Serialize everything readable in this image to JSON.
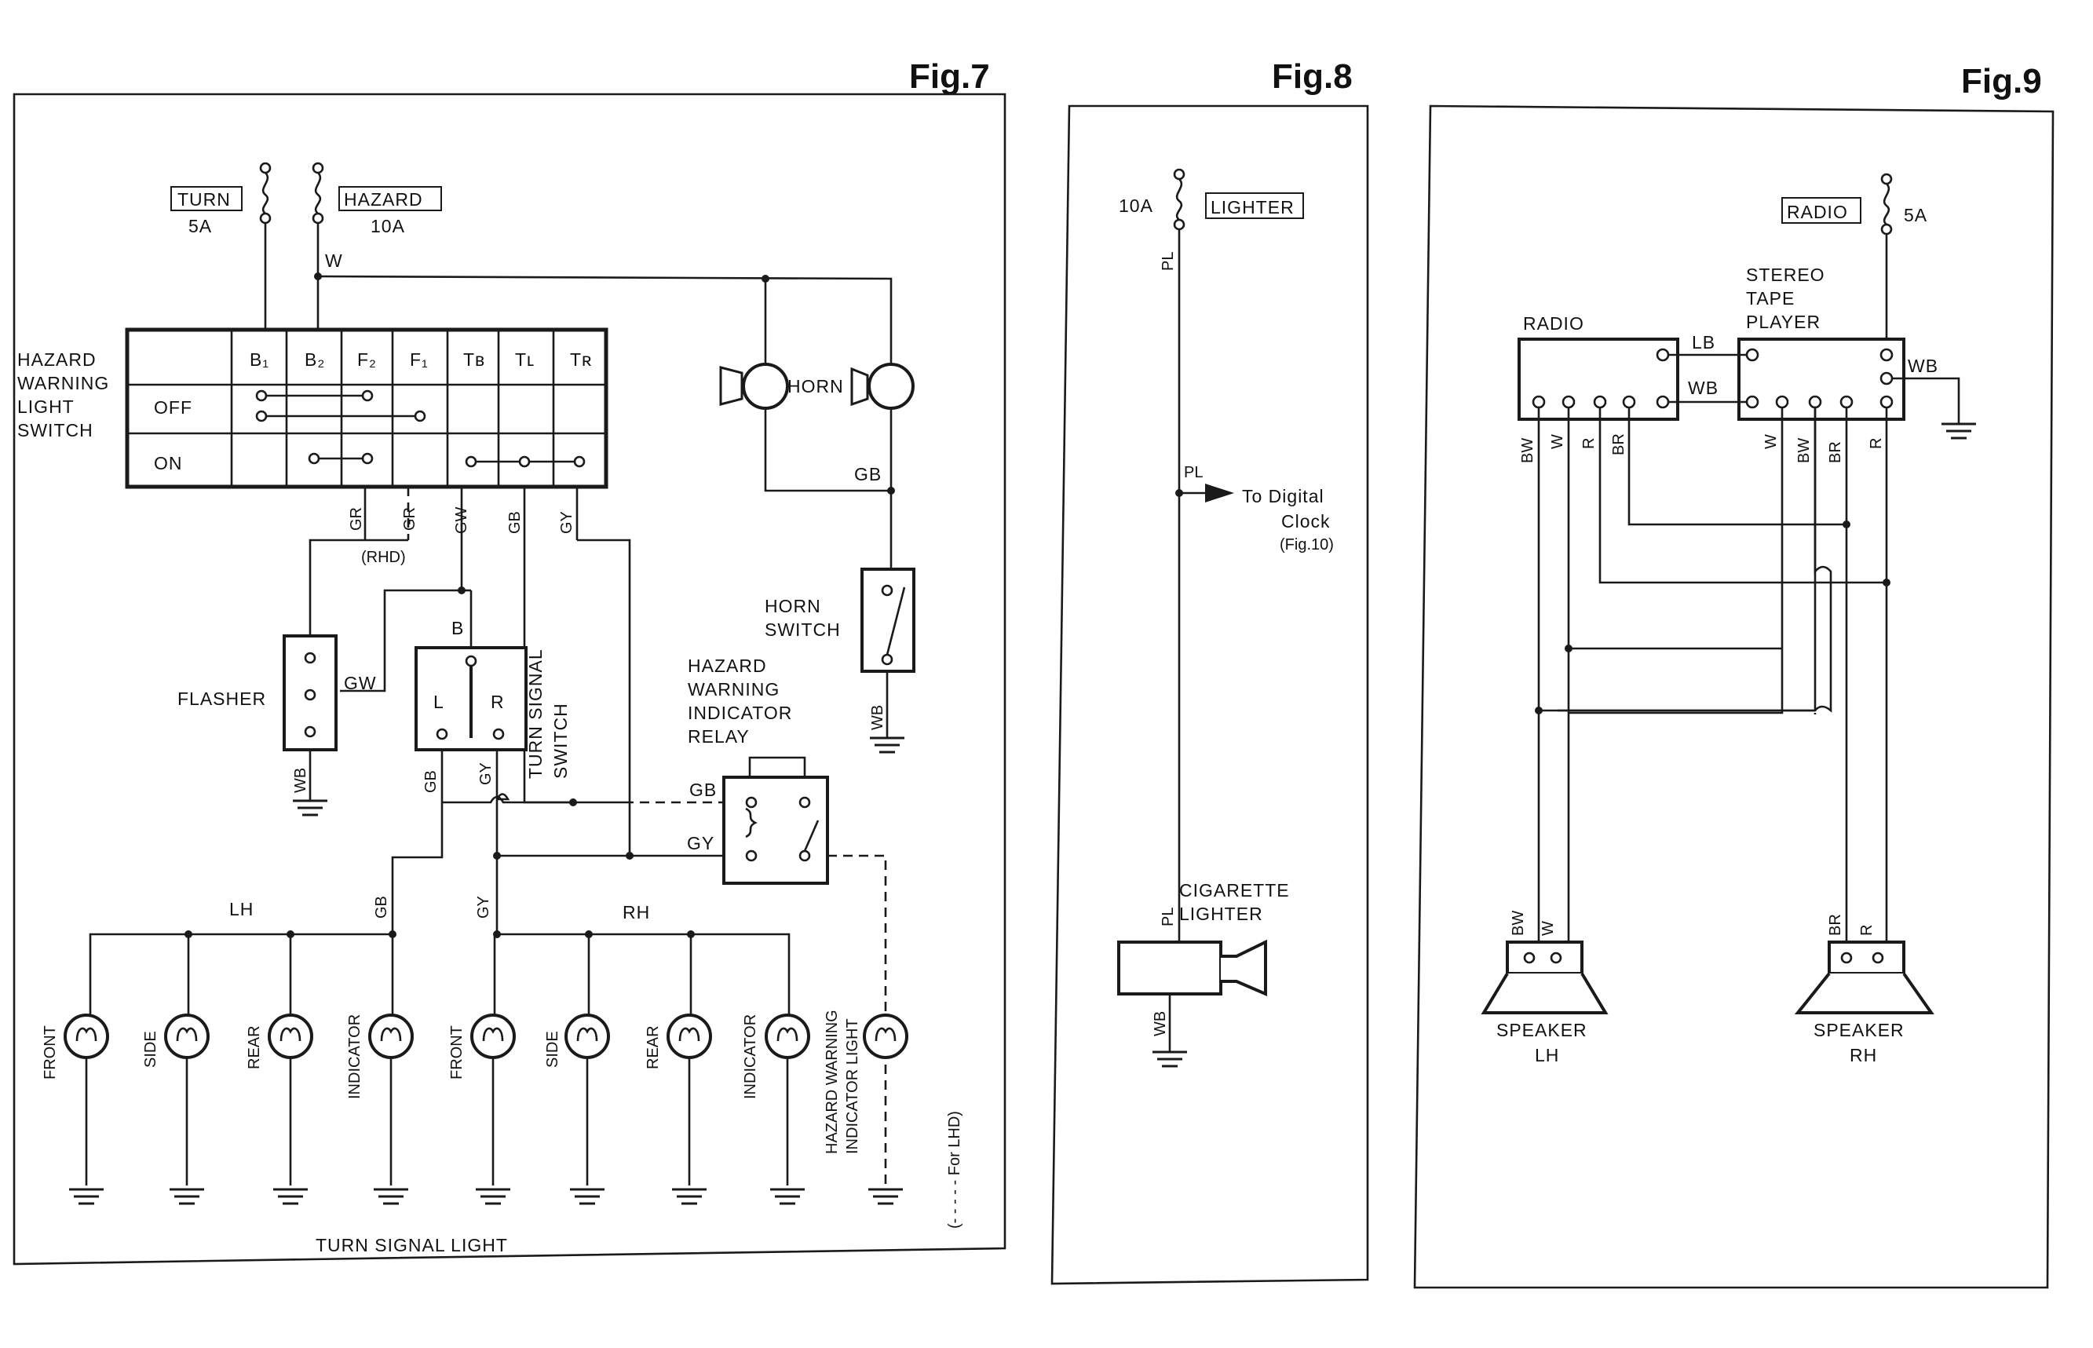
{
  "fig7": {
    "title": "Fig.7",
    "fuse_turn": "TURN",
    "fuse_turn_amps": "5A",
    "fuse_hazard": "HAZARD",
    "fuse_hazard_amps": "10A",
    "wire_w": "W",
    "hazard_switch": [
      "HAZARD",
      "WARNING",
      "LIGHT",
      "SWITCH"
    ],
    "switch_columns": [
      "B₁",
      "B₂",
      "F₂",
      "F₁",
      "Tʙ",
      "Tʟ",
      "Tʀ"
    ],
    "row_off": "OFF",
    "row_on": "ON",
    "switch_wires": [
      "GR",
      "GR",
      "GW",
      "GB",
      "GY"
    ],
    "rhd": "(RHD)",
    "horn": "HORN",
    "gb": "GB",
    "horn_switch": [
      "HORN",
      "SWITCH"
    ],
    "wb": "WB",
    "flasher": "FLASHER",
    "gw": "GW",
    "b": "B",
    "l": "L",
    "r": "R",
    "turn_signal_switch": [
      "TURN SIGNAL",
      "SWITCH"
    ],
    "relay": [
      "HAZARD",
      "WARNING",
      "INDICATOR",
      "RELAY"
    ],
    "gy": "GY",
    "lh": "LH",
    "rh": "RH",
    "lamps": [
      "FRONT",
      "SIDE",
      "REAR",
      "INDICATOR",
      "FRONT",
      "SIDE",
      "REAR",
      "INDICATOR"
    ],
    "hazard_indicator_light": [
      "HAZARD WARNING",
      "INDICATOR LIGHT"
    ],
    "for_lhd": "(- - - - - For LHD)",
    "turn_signal_light": "TURN  SIGNAL  LIGHT"
  },
  "fig8": {
    "title": "Fig.8",
    "amps": "10A",
    "fuse": "LIGHTER",
    "pl": "PL",
    "to_clock": [
      "To  Digital",
      "Clock",
      "(Fig.10)"
    ],
    "cigarette_lighter": [
      "CIGARETTE",
      "LIGHTER"
    ],
    "wb": "WB"
  },
  "fig9": {
    "title": "Fig.9",
    "fuse": "RADIO",
    "amps": "5A",
    "radio": "RADIO",
    "stereo": [
      "STEREO",
      "TAPE",
      "PLAYER"
    ],
    "lb": "LB",
    "wb": "WB",
    "radio_wires": [
      "BW",
      "W",
      "R",
      "BR"
    ],
    "stereo_wires": [
      "W",
      "BW",
      "BR",
      "R"
    ],
    "speaker_lh_wires": [
      "BW",
      "W"
    ],
    "speaker_rh_wires": [
      "BR",
      "R"
    ],
    "speaker": "SPEAKER",
    "speaker_lh": "LH",
    "speaker_rh": "RH"
  }
}
